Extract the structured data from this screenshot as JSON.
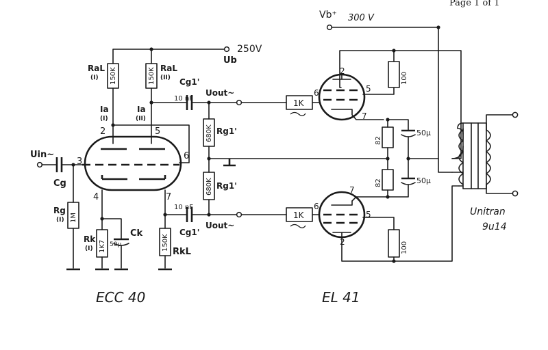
{
  "page_header": "Page 1 of 1",
  "supply": {
    "vb_label": "Vb⁺",
    "vb_value": "300 V",
    "b_value": "250V",
    "b_label": "Ub"
  },
  "ecc40": {
    "name": "ECC 40",
    "ral1_label": "RaL",
    "ral1_sub": "(I)",
    "ral1_value": "150K",
    "ral2_label": "RaL",
    "ral2_sub": "(II)",
    "ral2_value": "150K",
    "ia1_label": "Ia",
    "ia1_sub": "(I)",
    "ia2_label": "Ia",
    "ia2_sub": "(II)",
    "pin_2": "2",
    "pin_5": "5",
    "pin_3": "3",
    "pin_6": "6",
    "pin_4": "4",
    "pin_7": "7",
    "vin_label": "Uin~",
    "cg_label": "Cg",
    "rg_label": "Rg",
    "rg_sub": "(I)",
    "rg_value": "1M",
    "rk_label": "Rk",
    "rk_sub": "(I)",
    "rk_value": "1K7",
    "ck_label": "Ck",
    "ck_value": "50μ",
    "rkl_label": "RkL",
    "rkl_value": "150K"
  },
  "coupling": {
    "cg1_top_label": "Cg1'",
    "cg1_top_value": "10 nF",
    "cg1_bot_label": "Cg1'",
    "cg1_bot_value": "10 nF",
    "rg1_top_label": "Rg1'",
    "rg1_top_value": "680K",
    "rg1_bot_label": "Rg1'",
    "rg1_bot_value": "680K",
    "uout_top": "Uout~",
    "uout_bot": "Uout~"
  },
  "el41": {
    "name": "EL 41",
    "grid_res_top": "1K",
    "grid_res_bot": "1K",
    "pin_top_2": "2",
    "pin_top_5": "5",
    "pin_top_6": "6",
    "pin_top_7": "7",
    "pin_bot_7": "7",
    "pin_bot_6": "6",
    "pin_bot_5": "5",
    "pin_bot_2": "2",
    "r_screen_top": "100",
    "r_screen_bot": "100",
    "rk_top": "82",
    "rk_bot": "82",
    "ck_top": "50μ",
    "ck_bot": "50μ"
  },
  "transformer": {
    "name_line1": "Unitran",
    "name_line2": "9u14"
  }
}
